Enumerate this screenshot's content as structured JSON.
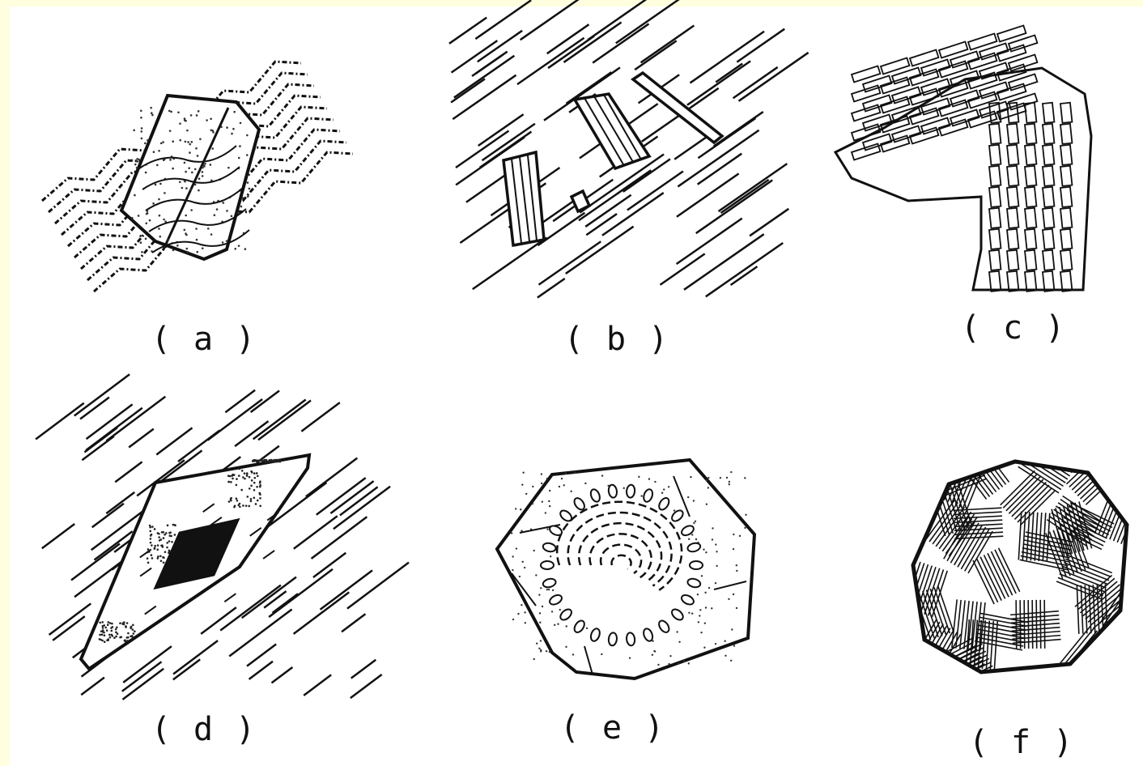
{
  "colors": {
    "background": "#FFFFE0",
    "paper": "#FFFFFF",
    "ink": "#111111"
  },
  "panels": [
    {
      "label": "( a )"
    },
    {
      "label": "( b )"
    },
    {
      "label": "( c )"
    },
    {
      "label": "( d )"
    },
    {
      "label": "( e )"
    },
    {
      "label": "( f )"
    }
  ]
}
